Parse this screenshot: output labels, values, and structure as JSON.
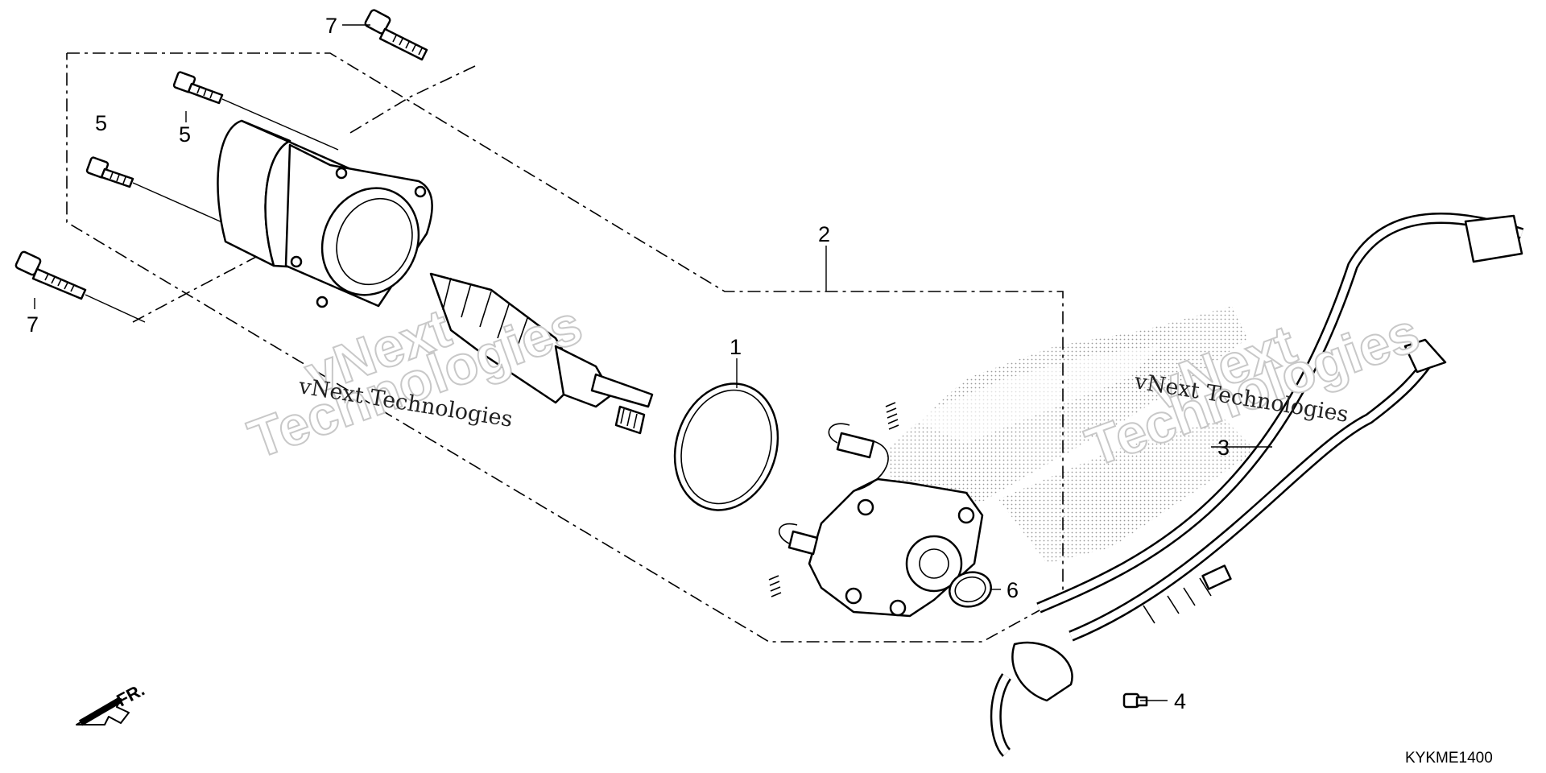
{
  "diagram": {
    "code": "KYKME1400",
    "front_marker": "FR.",
    "watermark": {
      "brand_large": "vNext",
      "brand_large_2": "Technologies",
      "brand_small": "vNext Technologies"
    },
    "callouts": [
      {
        "id": "c1",
        "label": "1"
      },
      {
        "id": "c2",
        "label": "2"
      },
      {
        "id": "c3",
        "label": "3"
      },
      {
        "id": "c4",
        "label": "4"
      },
      {
        "id": "c5a",
        "label": "5"
      },
      {
        "id": "c5b",
        "label": "5"
      },
      {
        "id": "c6",
        "label": "6"
      },
      {
        "id": "c7a",
        "label": "7"
      },
      {
        "id": "c7b",
        "label": "7"
      }
    ],
    "colors": {
      "line": "#000000",
      "background": "#ffffff",
      "watermark_outline": "#c8c8c8"
    }
  }
}
